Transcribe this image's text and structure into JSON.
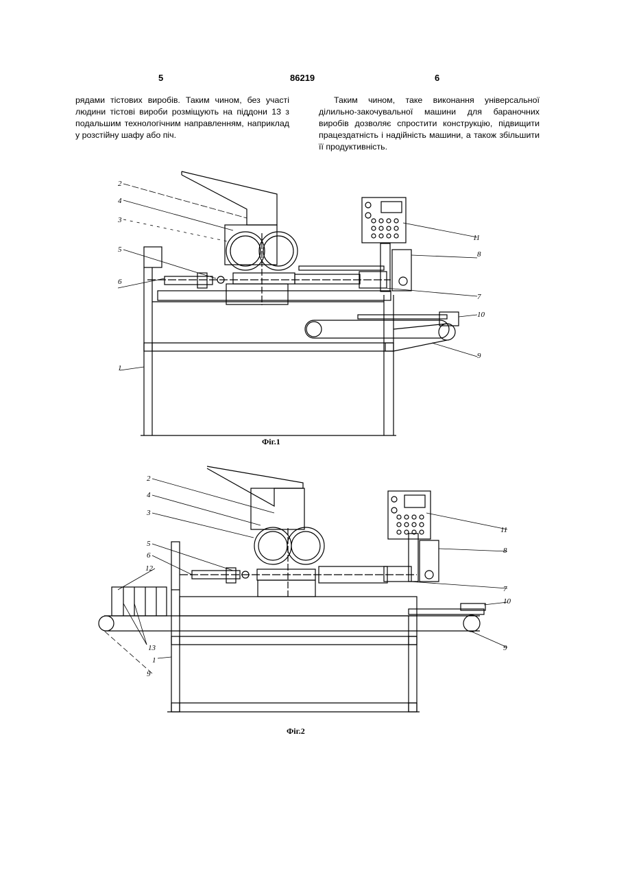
{
  "header": {
    "left_page": "5",
    "patent_number": "86219",
    "right_page": "6"
  },
  "left_column": "рядами тістових виробів. Таким чином, без участі людини тістові вироби розміщують на піддони 13 з подальшим технологічним направленням, наприклад у розстійну шафу або піч.",
  "right_column": "Таким чином, таке виконання універсальної ділильно-закочувальної машини для бараночних виробів дозволяє спростити конструкцію, підвищити працездатність і надійність машини, а також збільшити її продуктивність.",
  "figure1": {
    "caption": "Фіг.1",
    "labels": {
      "l1": "1",
      "l2": "2",
      "l3": "3",
      "l4": "4",
      "l5": "5",
      "l6": "6",
      "l7": "7",
      "l8": "8",
      "l9": "9",
      "l10": "10",
      "l11": "11"
    }
  },
  "figure2": {
    "caption": "Фіг.2",
    "labels": {
      "l1": "1",
      "l2": "2",
      "l3": "3",
      "l4": "4",
      "l5": "5",
      "l6": "6",
      "l7": "7",
      "l8": "8",
      "l9a": "9",
      "l9b": "9",
      "l10": "10",
      "l11": "11",
      "l12": "12",
      "l13": "13"
    }
  }
}
